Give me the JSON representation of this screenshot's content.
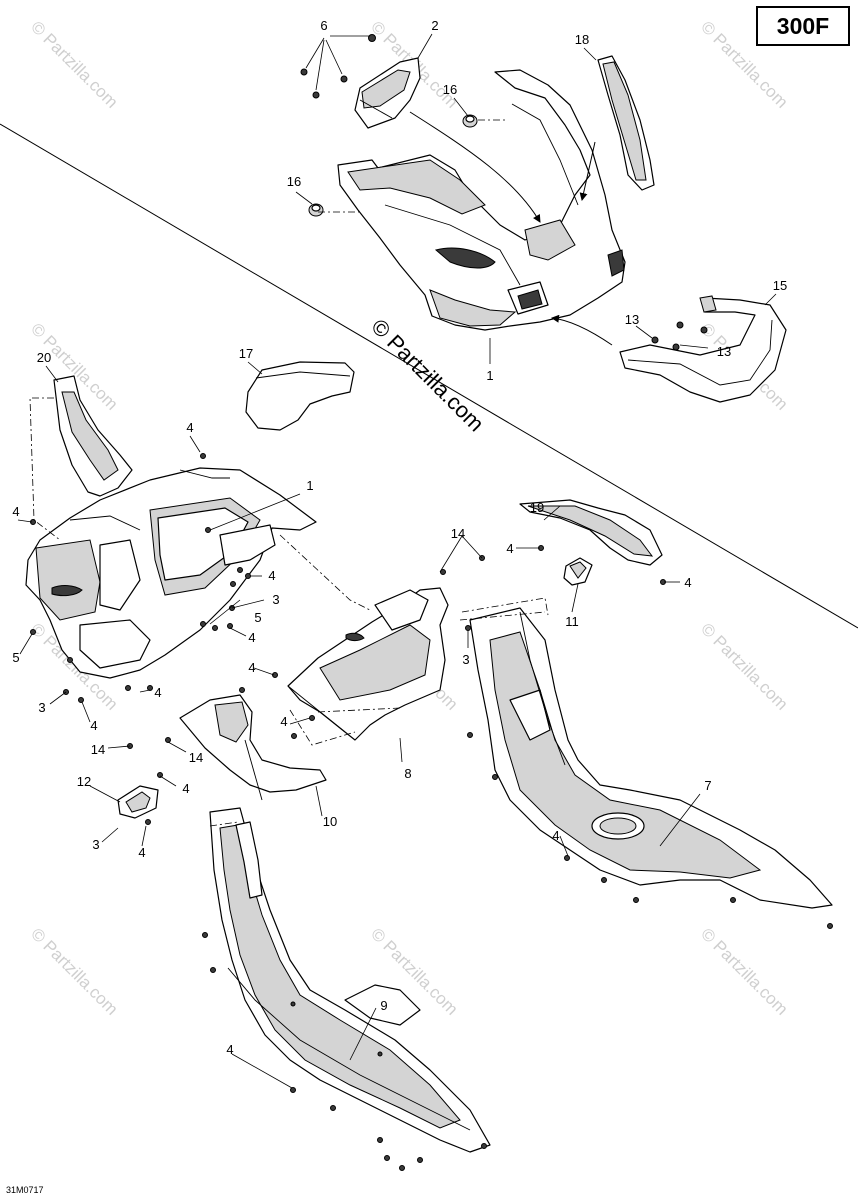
{
  "model_badge": "300F",
  "watermark": "© Partzilla.com",
  "figure_ref": "31M0717",
  "callouts": {
    "c1a": "1",
    "c1b": "1",
    "c2": "2",
    "c3a": "3",
    "c3b": "3",
    "c3c": "3",
    "c3d": "3",
    "c4a": "4",
    "c4b": "4",
    "c4c": "4",
    "c4d": "4",
    "c4e": "4",
    "c4f": "4",
    "c4g": "4",
    "c4h": "4",
    "c4i": "4",
    "c4j": "4",
    "c4k": "4",
    "c4l": "4",
    "c4m": "4",
    "c4n": "4",
    "c5a": "5",
    "c5b": "5",
    "c6": "6",
    "c7": "7",
    "c8": "8",
    "c9": "9",
    "c10": "10",
    "c11": "11",
    "c12": "12",
    "c13a": "13",
    "c13b": "13",
    "c14a": "14",
    "c14b": "14",
    "c14c": "14",
    "c15": "15",
    "c16a": "16",
    "c16b": "16",
    "c17": "17",
    "c18": "18",
    "c19": "19",
    "c20": "20"
  }
}
